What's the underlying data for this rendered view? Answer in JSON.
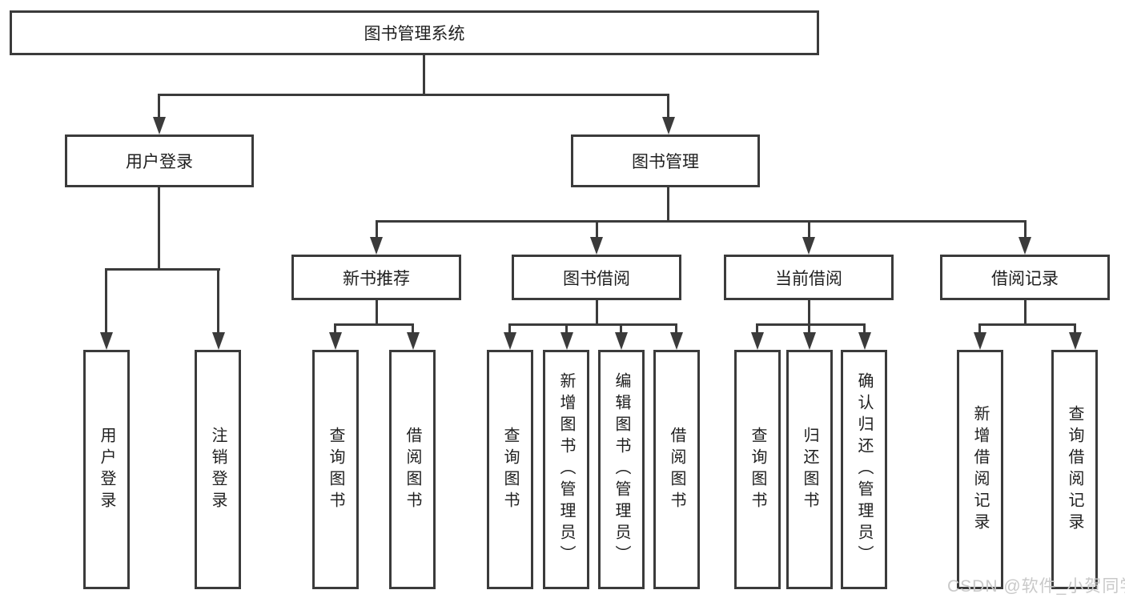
{
  "diagram": {
    "root": {
      "label": "图书管理系统"
    },
    "level2": [
      {
        "label": "用户登录"
      },
      {
        "label": "图书管理"
      }
    ],
    "level3": [
      {
        "label": "新书推荐"
      },
      {
        "label": "图书借阅"
      },
      {
        "label": "当前借阅"
      },
      {
        "label": "借阅记录"
      }
    ],
    "leaves": [
      {
        "label": "用户登录"
      },
      {
        "label": "注销登录"
      },
      {
        "label": "查询图书"
      },
      {
        "label": "借阅图书"
      },
      {
        "label": "查询图书"
      },
      {
        "label": "新增图书（管理员）"
      },
      {
        "label": "编辑图书（管理员）"
      },
      {
        "label": "借阅图书"
      },
      {
        "label": "查询图书"
      },
      {
        "label": "归还图书"
      },
      {
        "label": "确认归还（管理员）"
      },
      {
        "label": "新增借阅记录"
      },
      {
        "label": "查询借阅记录"
      }
    ]
  },
  "watermark": {
    "text": "CSDN @软件_小贺同学"
  },
  "colors": {
    "line": "#3b3b3b",
    "box_border": "#3b3b3b",
    "text": "#1f1f1f",
    "watermark": "#c9c9c9",
    "background": "#ffffff"
  }
}
